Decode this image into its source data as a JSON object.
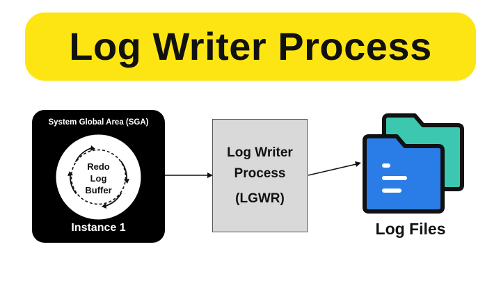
{
  "title": "Log Writer Process",
  "sga": {
    "label": "System Global Area (SGA)",
    "buffer_lines": [
      "Redo",
      "Log",
      "Buffer"
    ],
    "instance_label": "Instance 1"
  },
  "lgwr": {
    "lines": [
      "Log Writer",
      "Process",
      "(LGWR)"
    ]
  },
  "log_files": {
    "label": "Log Files",
    "icon": "folder-icon"
  },
  "colors": {
    "banner": "#fde513",
    "sga_box": "#000000",
    "lgwr_box": "#d9d9d9",
    "folder_back": "#3cc8b0",
    "folder_front": "#2a7de6",
    "folder_outline": "#111111"
  }
}
